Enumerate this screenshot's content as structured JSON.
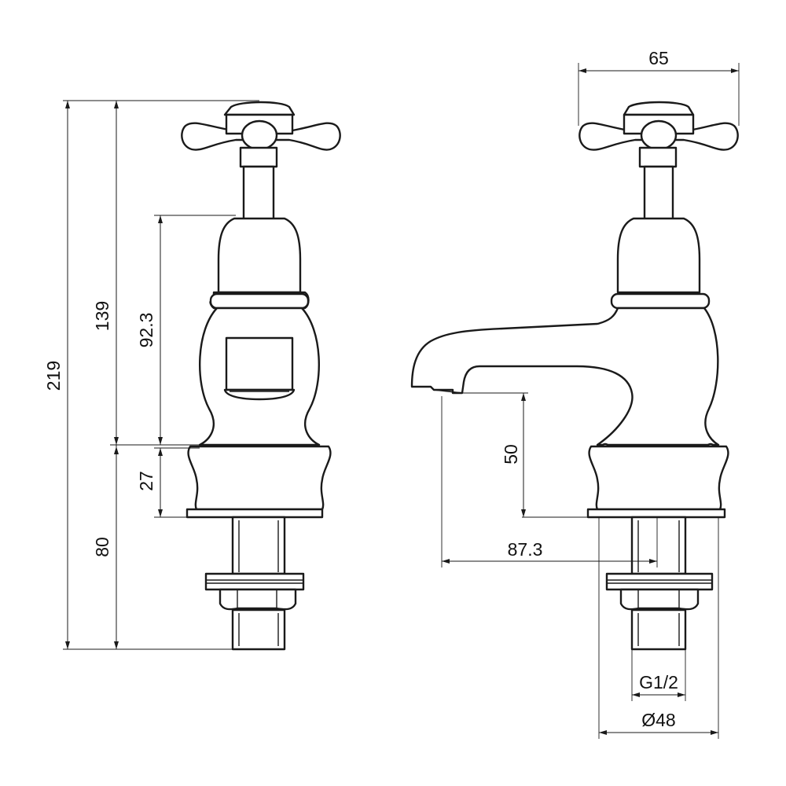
{
  "dimensions": {
    "overall_height": "219",
    "upper_body_height": "139",
    "body_to_collar": "92.3",
    "collar_height": "27",
    "shank_height": "80",
    "head_width": "65",
    "spout_clearance": "50",
    "spout_reach": "87.3",
    "thread_size": "G1/2",
    "base_diameter": "Ø48"
  }
}
